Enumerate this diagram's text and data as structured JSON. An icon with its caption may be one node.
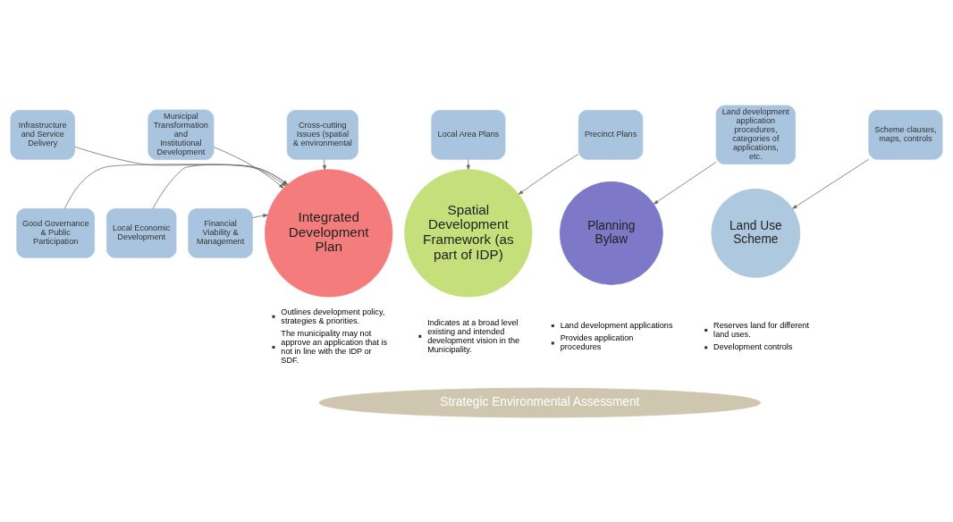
{
  "diagram": {
    "nodes": [
      {
        "text": [
          "Infrastructure and Service Delivery"
        ]
      },
      {
        "text": [
          "Municipal Transformation and Institutional Development"
        ]
      },
      {
        "text": [
          "Cross-cutting Issues (spatial & environmental"
        ]
      },
      {
        "text": [
          "Local Area Plans"
        ]
      },
      {
        "text": [
          "Precinct Plans"
        ]
      },
      {
        "text": [
          "Land development application procedures, categories of applications, etc."
        ]
      },
      {
        "text": [
          "Scheme clauses, maps, controls"
        ]
      },
      {
        "text": [
          "Good Governance & Public Participation"
        ]
      },
      {
        "text": [
          "Local Economic Development"
        ]
      },
      {
        "text": [
          "Financial Viability & Management"
        ]
      },
      {
        "text": [
          "Integrated Development Plan"
        ],
        "beside": [
          "Outlines development policy, strategies & priorities.",
          "The municipality may not approve an application that is not in line with the IDP or SDF."
        ]
      },
      {
        "text": [
          "Spatial Development Framework (as part of IDP)"
        ],
        "beside": [
          "Indicates at a broad level existing and intended development vision in the Municipality."
        ]
      },
      {
        "text": [
          "Planning Bylaw"
        ],
        "beside": [
          "Land development applications",
          "Provides application procedures"
        ]
      },
      {
        "text": [
          "Land Use Scheme"
        ],
        "beside": [
          "Reserves land for different land uses.",
          "Development controls"
        ]
      },
      {
        "text": [
          "Strategic Environmental Assessment"
        ]
      }
    ],
    "edges": [
      {
        "from": 0,
        "to": 10,
        "arrow": "to"
      },
      {
        "from": 1,
        "to": 10,
        "arrow": "to"
      },
      {
        "from": 2,
        "to": 10,
        "arrow": "to"
      },
      {
        "from": 3,
        "to": 11,
        "arrow": "to"
      },
      {
        "from": 4,
        "to": 11,
        "arrow": "to"
      },
      {
        "from": 5,
        "to": 12,
        "arrow": "to"
      },
      {
        "from": 6,
        "to": 13,
        "arrow": "to"
      },
      {
        "from": 7,
        "to": 10,
        "arrow": "to"
      },
      {
        "from": 8,
        "to": 10,
        "arrow": "to"
      },
      {
        "from": 9,
        "to": 10,
        "arrow": "to"
      }
    ]
  }
}
